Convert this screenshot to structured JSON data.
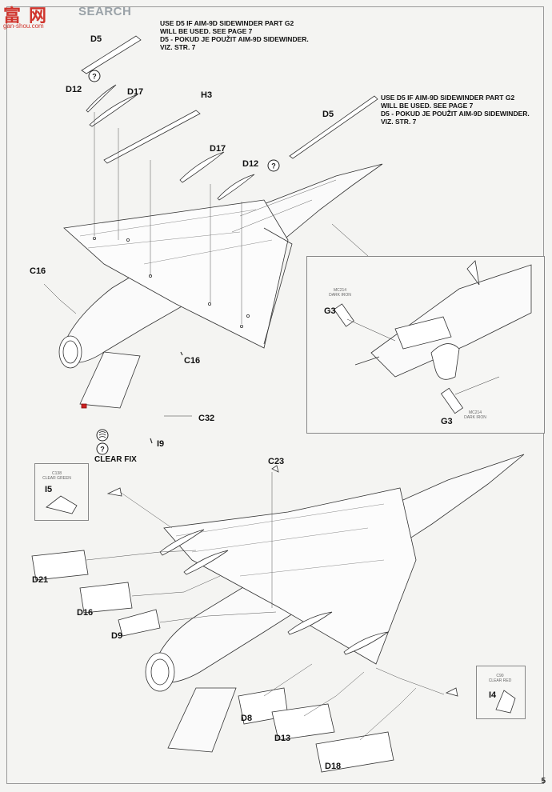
{
  "watermark": {
    "brand": "SEARCH",
    "chars": [
      "富",
      "网"
    ],
    "url": "gan-shou.com"
  },
  "notes": {
    "top": {
      "line1": "USE D5 IF AIM-9D SIDEWINDER PART G2",
      "line2": "WILL BE USED. SEE PAGE 7",
      "line3": "D5 - POKUD JE POUŽIT AIM-9D SIDEWINDER.",
      "line4": "VIZ. STR. 7"
    },
    "right": {
      "line1": "USE D5 IF AIM-9D SIDEWINDER PART G2",
      "line2": "WILL BE USED. SEE PAGE 7",
      "line3": "D5 - POKUD JE POUŽIT AIM-9D SIDEWINDER.",
      "line4": "VIZ. STR. 7"
    }
  },
  "parts": {
    "d5_top": "D5",
    "d12_top": "D12",
    "d17_top": "D17",
    "h3": "H3",
    "d5_right": "D5",
    "d17_mid": "D17",
    "d12_mid": "D12",
    "c16_left": "C16",
    "c16_mid": "C16",
    "c32": "C32",
    "i9": "I9",
    "g3_top": "G3",
    "g3_bottom": "G3",
    "c23": "C23",
    "i5": "I5",
    "d21": "D21",
    "d16": "D16",
    "d9": "D9",
    "d8": "D8",
    "d13": "D13",
    "d18": "D18",
    "i4": "I4"
  },
  "clear_fix": "CLEAR FIX",
  "paint_tags": {
    "g3_top": {
      "code": "MC214",
      "name": "DARK IRON"
    },
    "g3_bottom": {
      "code": "MC214",
      "name": "DARK IRON"
    },
    "i5": {
      "code": "C138",
      "name": "CLEAR GREEN"
    },
    "i4": {
      "code": "C90",
      "name": "CLEAR RED"
    }
  },
  "page_number": "5"
}
